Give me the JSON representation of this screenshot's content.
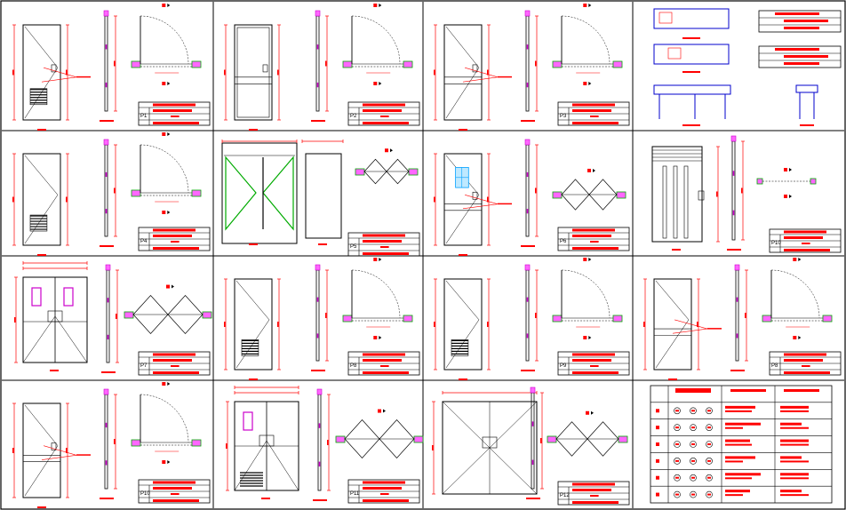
{
  "sheet": {
    "title": "Door schedule details (elevation, section and plan)",
    "panel_codes": [
      "P1",
      "P2",
      "P3",
      "P4",
      "P5",
      "P6",
      "P10",
      "P7",
      "P8",
      "P9",
      "P10",
      "P11",
      "P12"
    ],
    "legend_title": "",
    "legend_rows": 6
  },
  "colors": {
    "line": "#000000",
    "dim": "#ff0000",
    "wall": "#cc00cc",
    "wall_fill": "#ff66ff",
    "glass": "#00a0ff",
    "green": "#00aa00",
    "bg": "#ffffff"
  }
}
